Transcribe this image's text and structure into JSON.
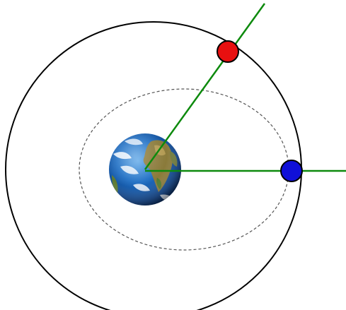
{
  "diagram": {
    "elements": [
      {
        "name": "outer-orbit",
        "style": "solid",
        "color": "#000000"
      },
      {
        "name": "inner-orbit",
        "style": "dashed",
        "color": "#555555"
      },
      {
        "name": "earth-icon"
      },
      {
        "name": "red-satellite",
        "color": "#e81010"
      },
      {
        "name": "blue-satellite",
        "color": "#1010d8"
      },
      {
        "name": "radial-line-1",
        "color": "#0d8a0d"
      },
      {
        "name": "radial-line-2",
        "color": "#0d8a0d"
      }
    ]
  }
}
